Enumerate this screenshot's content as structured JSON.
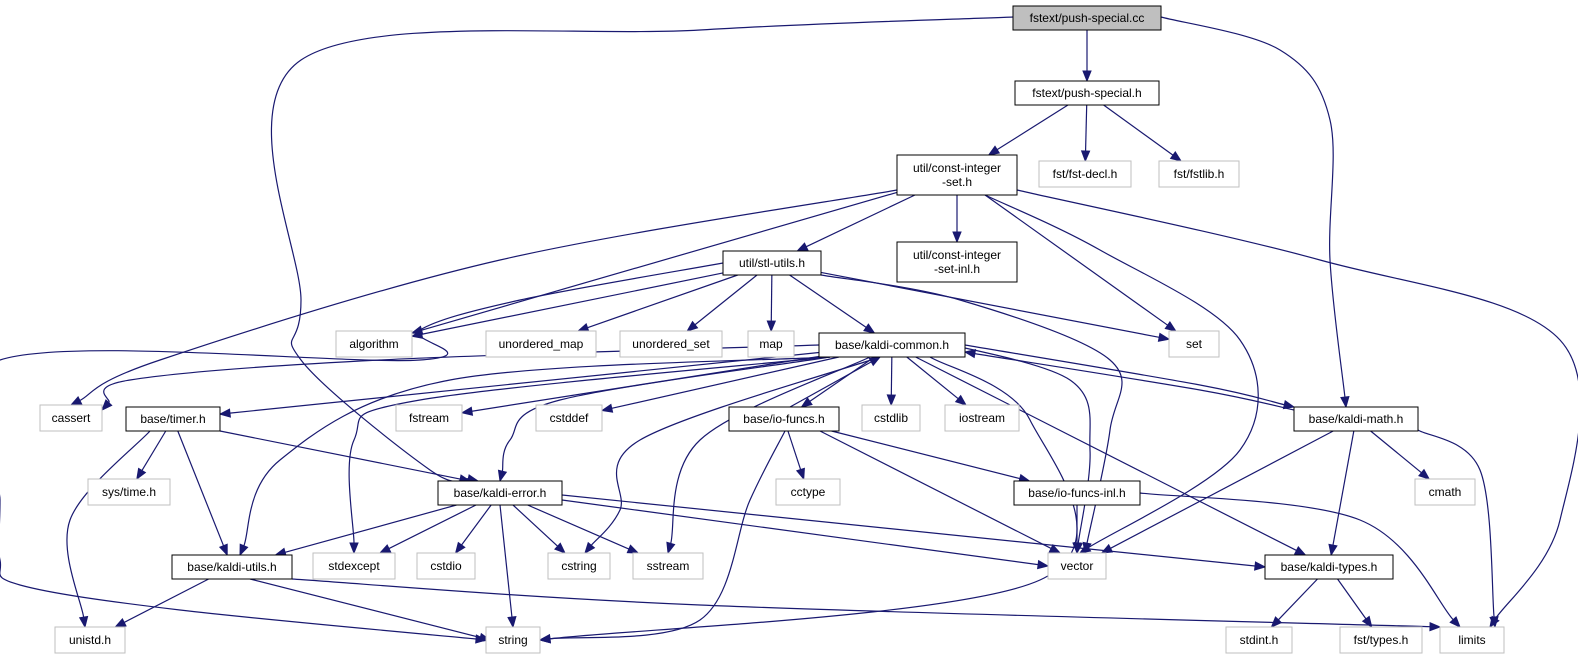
{
  "colors": {
    "edge": "#191970",
    "root_fill": "#bfbfbf",
    "root_stroke": "#000000",
    "internal_fill": "#ffffff",
    "internal_stroke": "#000000",
    "external_fill": "#ffffff",
    "external_stroke": "#bfbfbf"
  },
  "nodes": [
    {
      "id": "push_special_cc",
      "kind": "root",
      "lines": [
        "fstext/push-special.cc"
      ]
    },
    {
      "id": "push_special_h",
      "kind": "internal",
      "lines": [
        "fstext/push-special.h"
      ]
    },
    {
      "id": "const_integer_set_h",
      "kind": "internal",
      "lines": [
        "util/const-integer",
        "-set.h"
      ]
    },
    {
      "id": "fst_decl_h",
      "kind": "external",
      "lines": [
        "fst/fst-decl.h"
      ]
    },
    {
      "id": "fst_fstlib_h",
      "kind": "external",
      "lines": [
        "fst/fstlib.h"
      ]
    },
    {
      "id": "stl_utils_h",
      "kind": "internal",
      "lines": [
        "util/stl-utils.h"
      ]
    },
    {
      "id": "const_integer_set_inl_h",
      "kind": "internal",
      "lines": [
        "util/const-integer",
        "-set-inl.h"
      ]
    },
    {
      "id": "algorithm",
      "kind": "external",
      "lines": [
        "algorithm"
      ]
    },
    {
      "id": "unordered_map",
      "kind": "external",
      "lines": [
        "unordered_map"
      ]
    },
    {
      "id": "unordered_set",
      "kind": "external",
      "lines": [
        "unordered_set"
      ]
    },
    {
      "id": "map",
      "kind": "external",
      "lines": [
        "map"
      ]
    },
    {
      "id": "kaldi_common_h",
      "kind": "internal",
      "lines": [
        "base/kaldi-common.h"
      ]
    },
    {
      "id": "set",
      "kind": "external",
      "lines": [
        "set"
      ]
    },
    {
      "id": "cassert",
      "kind": "external",
      "lines": [
        "cassert"
      ]
    },
    {
      "id": "timer_h",
      "kind": "internal",
      "lines": [
        "base/timer.h"
      ]
    },
    {
      "id": "fstream",
      "kind": "external",
      "lines": [
        "fstream"
      ]
    },
    {
      "id": "cstddef",
      "kind": "external",
      "lines": [
        "cstddef"
      ]
    },
    {
      "id": "io_funcs_h",
      "kind": "internal",
      "lines": [
        "base/io-funcs.h"
      ]
    },
    {
      "id": "cstdlib",
      "kind": "external",
      "lines": [
        "cstdlib"
      ]
    },
    {
      "id": "iostream",
      "kind": "external",
      "lines": [
        "iostream"
      ]
    },
    {
      "id": "kaldi_math_h",
      "kind": "internal",
      "lines": [
        "base/kaldi-math.h"
      ]
    },
    {
      "id": "sys_time_h",
      "kind": "external",
      "lines": [
        "sys/time.h"
      ]
    },
    {
      "id": "kaldi_error_h",
      "kind": "internal",
      "lines": [
        "base/kaldi-error.h"
      ]
    },
    {
      "id": "cctype",
      "kind": "external",
      "lines": [
        "cctype"
      ]
    },
    {
      "id": "io_funcs_inl_h",
      "kind": "internal",
      "lines": [
        "base/io-funcs-inl.h"
      ]
    },
    {
      "id": "cmath",
      "kind": "external",
      "lines": [
        "cmath"
      ]
    },
    {
      "id": "kaldi_utils_h",
      "kind": "internal",
      "lines": [
        "base/kaldi-utils.h"
      ]
    },
    {
      "id": "stdexcept",
      "kind": "external",
      "lines": [
        "stdexcept"
      ]
    },
    {
      "id": "cstdio",
      "kind": "external",
      "lines": [
        "cstdio"
      ]
    },
    {
      "id": "cstring",
      "kind": "external",
      "lines": [
        "cstring"
      ]
    },
    {
      "id": "sstream",
      "kind": "external",
      "lines": [
        "sstream"
      ]
    },
    {
      "id": "vector",
      "kind": "external",
      "lines": [
        "vector"
      ]
    },
    {
      "id": "kaldi_types_h",
      "kind": "internal",
      "lines": [
        "base/kaldi-types.h"
      ]
    },
    {
      "id": "unistd_h",
      "kind": "external",
      "lines": [
        "unistd.h"
      ]
    },
    {
      "id": "string",
      "kind": "external",
      "lines": [
        "string"
      ]
    },
    {
      "id": "limits",
      "kind": "external",
      "lines": [
        "limits"
      ]
    },
    {
      "id": "stdint_h",
      "kind": "external",
      "lines": [
        "stdint.h"
      ]
    },
    {
      "id": "fst_types_h",
      "kind": "external",
      "lines": [
        "fst/types.h"
      ]
    }
  ],
  "edges": [
    {
      "from": "push_special_cc",
      "to": "push_special_h"
    },
    {
      "from": "push_special_cc",
      "to": "kaldi_error_h"
    },
    {
      "from": "push_special_cc",
      "to": "kaldi_math_h"
    },
    {
      "from": "push_special_h",
      "to": "const_integer_set_h"
    },
    {
      "from": "push_special_h",
      "to": "fst_decl_h"
    },
    {
      "from": "push_special_h",
      "to": "fst_fstlib_h"
    },
    {
      "from": "const_integer_set_h",
      "to": "algorithm"
    },
    {
      "from": "const_integer_set_h",
      "to": "stl_utils_h"
    },
    {
      "from": "const_integer_set_h",
      "to": "const_integer_set_inl_h"
    },
    {
      "from": "const_integer_set_h",
      "to": "set"
    },
    {
      "from": "const_integer_set_h",
      "to": "vector"
    },
    {
      "from": "const_integer_set_h",
      "to": "cassert"
    },
    {
      "from": "const_integer_set_h",
      "to": "limits"
    },
    {
      "from": "stl_utils_h",
      "to": "algorithm"
    },
    {
      "from": "stl_utils_h",
      "to": "unordered_map"
    },
    {
      "from": "stl_utils_h",
      "to": "unordered_set"
    },
    {
      "from": "stl_utils_h",
      "to": "map"
    },
    {
      "from": "stl_utils_h",
      "to": "kaldi_common_h"
    },
    {
      "from": "stl_utils_h",
      "to": "set"
    },
    {
      "from": "stl_utils_h",
      "to": "vector"
    },
    {
      "from": "stl_utils_h",
      "to": "string"
    },
    {
      "from": "kaldi_common_h",
      "to": "cassert"
    },
    {
      "from": "kaldi_common_h",
      "to": "timer_h"
    },
    {
      "from": "kaldi_common_h",
      "to": "fstream"
    },
    {
      "from": "kaldi_common_h",
      "to": "cstddef"
    },
    {
      "from": "kaldi_common_h",
      "to": "io_funcs_h"
    },
    {
      "from": "kaldi_common_h",
      "to": "cstdlib"
    },
    {
      "from": "kaldi_common_h",
      "to": "iostream"
    },
    {
      "from": "kaldi_common_h",
      "to": "kaldi_math_h"
    },
    {
      "from": "kaldi_common_h",
      "to": "kaldi_error_h"
    },
    {
      "from": "kaldi_common_h",
      "to": "kaldi_utils_h"
    },
    {
      "from": "kaldi_common_h",
      "to": "stdexcept"
    },
    {
      "from": "kaldi_common_h",
      "to": "cstring"
    },
    {
      "from": "kaldi_common_h",
      "to": "sstream"
    },
    {
      "from": "kaldi_common_h",
      "to": "vector"
    },
    {
      "from": "kaldi_common_h",
      "to": "kaldi_types_h"
    },
    {
      "from": "kaldi_common_h",
      "to": "string"
    },
    {
      "from": "io_funcs_h",
      "to": "kaldi_common_h"
    },
    {
      "from": "io_funcs_h",
      "to": "cctype"
    },
    {
      "from": "io_funcs_h",
      "to": "io_funcs_inl_h"
    },
    {
      "from": "io_funcs_h",
      "to": "vector"
    },
    {
      "from": "io_funcs_h",
      "to": "string"
    },
    {
      "from": "kaldi_math_h",
      "to": "kaldi_common_h"
    },
    {
      "from": "kaldi_math_h",
      "to": "cmath"
    },
    {
      "from": "kaldi_math_h",
      "to": "vector"
    },
    {
      "from": "kaldi_math_h",
      "to": "kaldi_types_h"
    },
    {
      "from": "kaldi_math_h",
      "to": "limits"
    },
    {
      "from": "timer_h",
      "to": "sys_time_h"
    },
    {
      "from": "timer_h",
      "to": "kaldi_error_h"
    },
    {
      "from": "timer_h",
      "to": "kaldi_utils_h"
    },
    {
      "from": "timer_h",
      "to": "unistd_h"
    },
    {
      "from": "kaldi_error_h",
      "to": "kaldi_utils_h"
    },
    {
      "from": "kaldi_error_h",
      "to": "stdexcept"
    },
    {
      "from": "kaldi_error_h",
      "to": "cstdio"
    },
    {
      "from": "kaldi_error_h",
      "to": "cstring"
    },
    {
      "from": "kaldi_error_h",
      "to": "sstream"
    },
    {
      "from": "kaldi_error_h",
      "to": "string"
    },
    {
      "from": "kaldi_error_h",
      "to": "vector"
    },
    {
      "from": "kaldi_error_h",
      "to": "kaldi_types_h"
    },
    {
      "from": "io_funcs_inl_h",
      "to": "vector"
    },
    {
      "from": "io_funcs_inl_h",
      "to": "limits"
    },
    {
      "from": "kaldi_utils_h",
      "to": "unistd_h"
    },
    {
      "from": "kaldi_utils_h",
      "to": "string"
    },
    {
      "from": "kaldi_utils_h",
      "to": "limits"
    },
    {
      "from": "kaldi_types_h",
      "to": "stdint_h"
    },
    {
      "from": "kaldi_types_h",
      "to": "fst_types_h"
    }
  ]
}
